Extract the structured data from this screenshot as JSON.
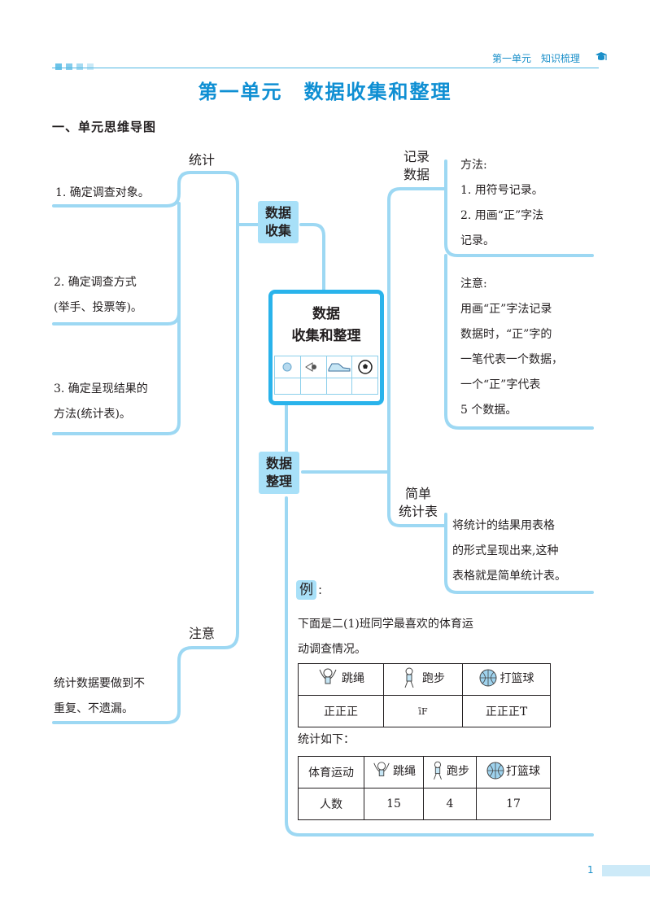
{
  "header": {
    "unit": "第一单元",
    "section": "知识梳理"
  },
  "title": "第一单元　数据收集和整理",
  "section_heading": "一、单元思维导图",
  "center": {
    "line1": "数据",
    "line2": "收集和整理"
  },
  "nodes": {
    "collect": {
      "line1": "数据",
      "line2": "收集"
    },
    "organize": {
      "line1": "数据",
      "line2": "整理"
    }
  },
  "left": {
    "tongji_label": "统计",
    "items": [
      {
        "lines": [
          "1. 确定调查对象。"
        ]
      },
      {
        "lines": [
          "2. 确定调查方式",
          "(举手、投票等)。"
        ]
      },
      {
        "lines": [
          "3. 确定呈现结果的",
          "方法(统计表)。"
        ]
      }
    ],
    "zhuyi_label": "注意",
    "zhuyi_lines": [
      "统计数据要做到不",
      "重复、不遗漏。"
    ]
  },
  "right": {
    "record_label": [
      "记录",
      "数据"
    ],
    "method_lines": [
      "方法:",
      "1. 用符号记录。",
      "2. 用画“正”字法",
      "记录。"
    ],
    "note_lines": [
      "注意:",
      "用画“正”字法记录",
      "数据时，“正”字的",
      "一笔代表一个数据，",
      "一个“正”字代表",
      "5 个数据。"
    ],
    "table_label": [
      "简单",
      "统计表"
    ],
    "table_def_lines": [
      "将统计的结果用表格",
      "的形式呈现出来,这种",
      "表格就是简单统计表。"
    ]
  },
  "example": {
    "label": "例",
    "colon": ":",
    "intro_lines": [
      "下面是二(1)班同学最喜欢的体育运",
      "动调查情况。"
    ],
    "tally_table": {
      "headers": [
        "跳绳",
        "跑步",
        "打篮球"
      ],
      "tallies": [
        "正正正",
        "īF",
        "正正正T"
      ]
    },
    "summary_label": "统计如下：",
    "count_table": {
      "row1": [
        "体育运动",
        "跳绳",
        "跑步",
        "打篮球"
      ],
      "row2": [
        "人数",
        "15",
        "4",
        "17"
      ]
    }
  },
  "page_number": "1",
  "colors": {
    "accent": "#29b3eb",
    "title": "#0f8fd3",
    "line": "#9dd8f3",
    "node": "#a8e0f8"
  }
}
